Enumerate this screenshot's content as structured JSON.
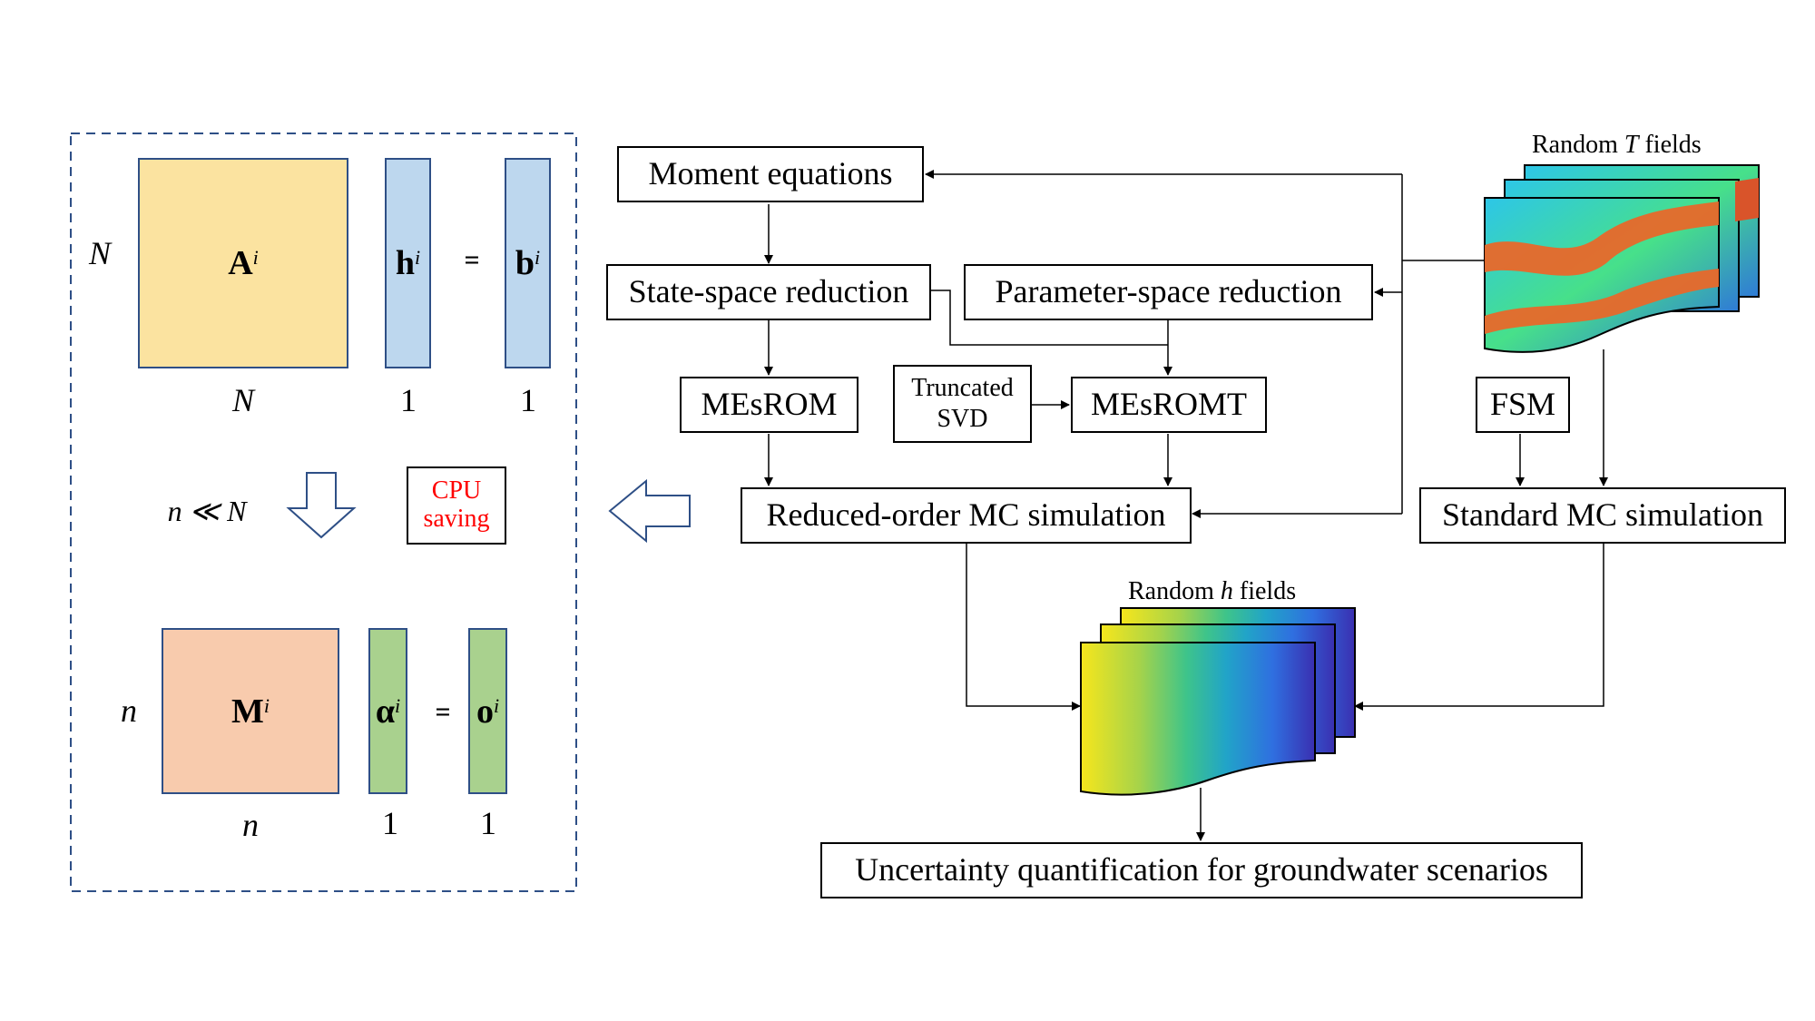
{
  "left_panel": {
    "full_system": {
      "matrix": "A",
      "vector": "h",
      "rhs": "b",
      "superscript": "i",
      "equals": "=",
      "row_dim": "N",
      "col_dim": "N",
      "vec_dim_1": "1",
      "vec_dim_2": "1"
    },
    "relation": "n ≪ N",
    "cpu_line1": "CPU",
    "cpu_line2": "saving",
    "reduced_system": {
      "matrix": "M",
      "vector": "α",
      "rhs": "o",
      "superscript": "i",
      "equals": "=",
      "row_dim": "n",
      "col_dim": "n",
      "vec_dim_1": "1",
      "vec_dim_2": "1"
    }
  },
  "flow": {
    "moment_equations": "Moment equations",
    "state_space_reduction": "State-space reduction",
    "parameter_space_reduction": "Parameter-space reduction",
    "mesrom": "MEsROM",
    "truncated_svd_1": "Truncated",
    "truncated_svd_2": "SVD",
    "mesromt": "MEsROMT",
    "fsm": "FSM",
    "reduced_mc": "Reduced-order MC simulation",
    "standard_mc": "Standard MC simulation",
    "uq": "Uncertainty quantification for groundwater scenarios",
    "random_t_prefix": "Random ",
    "random_t_var": "T",
    "random_t_suffix": " fields",
    "random_h_prefix": "Random ",
    "random_h_var": "h",
    "random_h_suffix": " fields"
  },
  "colors": {
    "matrix_A": "#fbe3a0",
    "vector_blue": "#bdd7ee",
    "matrix_M": "#f8cbad",
    "vector_green": "#a9d18e",
    "border_blue": "#2e4f86",
    "cpu_red": "#ff0000"
  }
}
